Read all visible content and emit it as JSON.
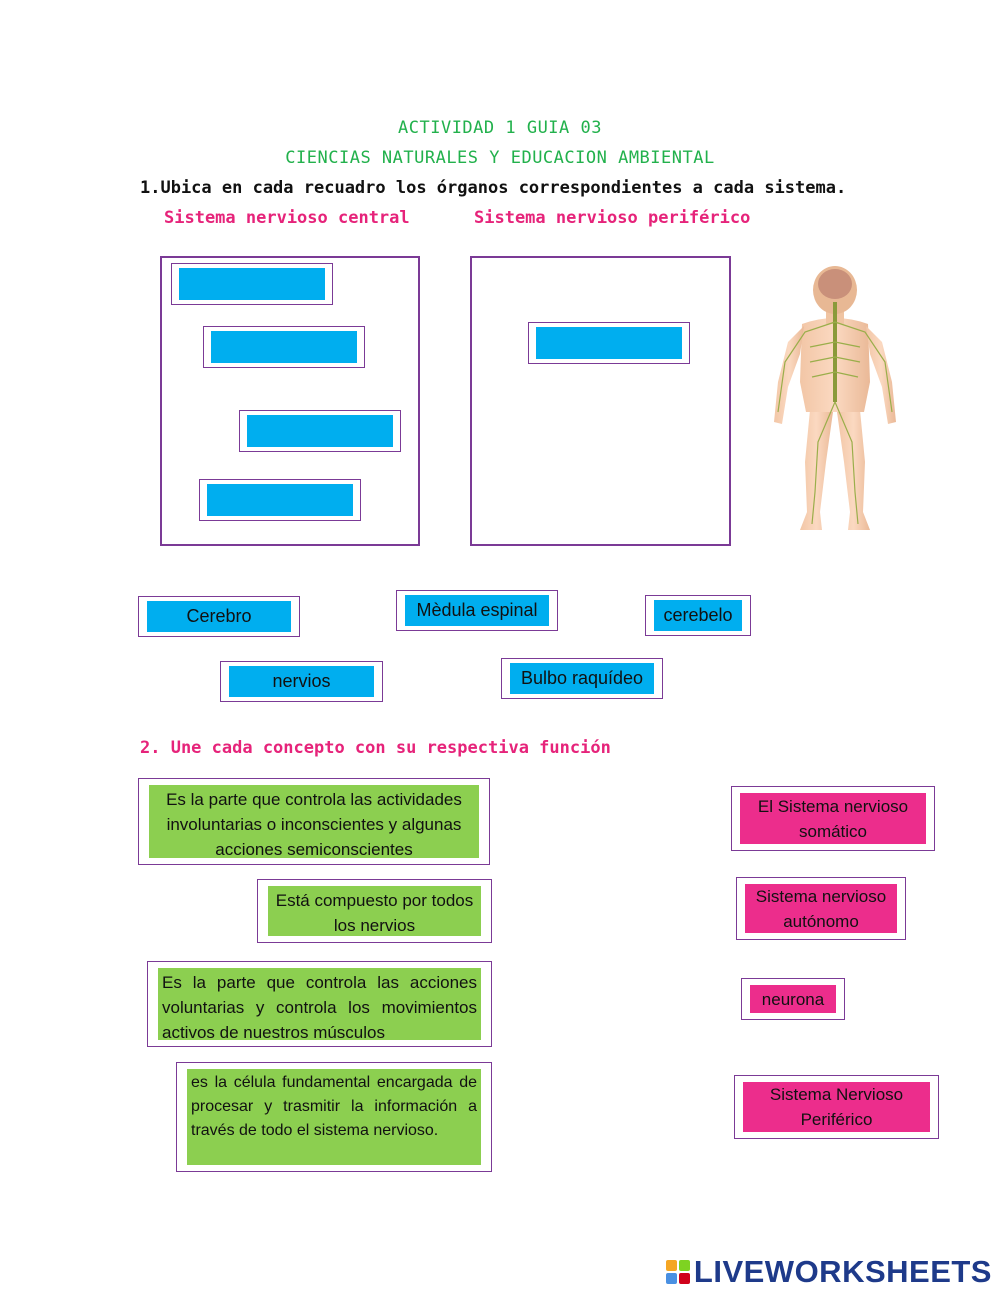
{
  "header": {
    "title_line1": "ACTIVIDAD 1 GUIA 03",
    "title_line2": "CIENCIAS NATURALES Y EDUCACION AMBIENTAL"
  },
  "question1": {
    "instruction": "1.Ubica en cada recuadro los órganos correspondientes a cada sistema.",
    "central_label": "Sistema nervioso central",
    "peripheral_label": "Sistema nervioso periférico",
    "image_icon": "human-nervous-system-figure"
  },
  "word_bank": [
    "Cerebro",
    "Mèdula espinal",
    "cerebelo",
    "nervios",
    "Bulbo raquídeo"
  ],
  "question2": {
    "instruction": "2. Une cada concepto con su respectiva función",
    "concepts": [
      "Es la parte que controla las actividades involuntarias o inconscientes y algunas acciones semiconscientes",
      "Está compuesto por todos los nervios",
      "Es la parte que controla las acciones voluntarias y controla los movimientos activos de nuestros músculos",
      "es la célula fundamental encargada de procesar y trasmitir la información a través de todo el sistema nervioso."
    ],
    "answers": [
      "El Sistema nervioso somático",
      "Sistema nervioso autónomo",
      "neurona",
      "Sistema Nervioso Periférico"
    ]
  },
  "footer": {
    "brand": "LIVEWORKSHEETS"
  },
  "colors": {
    "title_green": "#22b14c",
    "heading_pink": "#e6237a",
    "drop_blue": "#00aeef",
    "concept_green": "#8ccf50",
    "answer_pink": "#ec2d8c",
    "border_purple": "#7b3a96"
  }
}
